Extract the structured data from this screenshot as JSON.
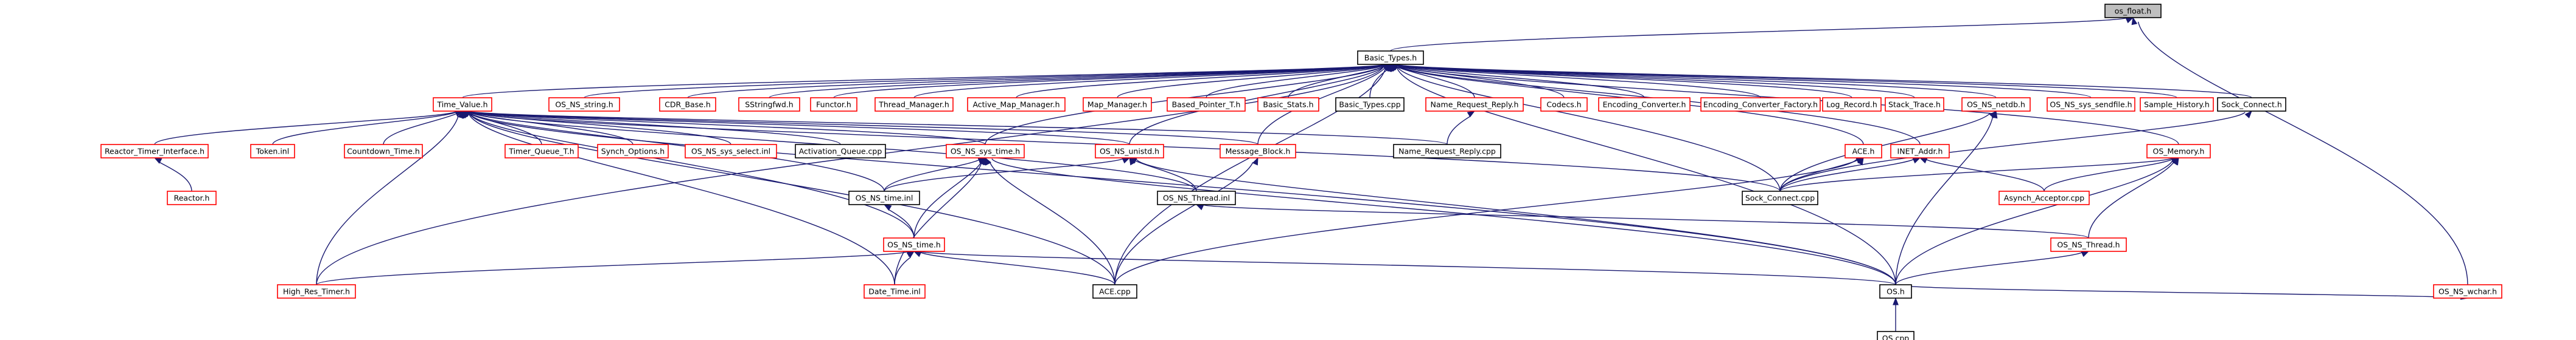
{
  "colors": {
    "edge": "#191970",
    "border_normal": "#000000",
    "border_red": "#ff0000",
    "highlight_fill": "#bfbfbf"
  },
  "nodes": [
    {
      "id": "os_float_h",
      "label": "os_float.h",
      "style": "highlight"
    },
    {
      "id": "basic_types_h",
      "label": "Basic_Types.h",
      "style": "black"
    },
    {
      "id": "time_value_h",
      "label": "Time_Value.h",
      "style": "red"
    },
    {
      "id": "os_ns_string_h",
      "label": "OS_NS_string.h",
      "style": "red"
    },
    {
      "id": "cdr_base_h",
      "label": "CDR_Base.h",
      "style": "red"
    },
    {
      "id": "sstringfwd_h",
      "label": "SStringfwd.h",
      "style": "red"
    },
    {
      "id": "functor_h",
      "label": "Functor.h",
      "style": "red"
    },
    {
      "id": "thread_manager_h",
      "label": "Thread_Manager.h",
      "style": "red"
    },
    {
      "id": "active_map_manager_h",
      "label": "Active_Map_Manager.h",
      "style": "red"
    },
    {
      "id": "map_manager_h",
      "label": "Map_Manager.h",
      "style": "red"
    },
    {
      "id": "based_pointer_t_h",
      "label": "Based_Pointer_T.h",
      "style": "red"
    },
    {
      "id": "basic_stats_h",
      "label": "Basic_Stats.h",
      "style": "red"
    },
    {
      "id": "basic_types_cpp",
      "label": "Basic_Types.cpp",
      "style": "black"
    },
    {
      "id": "name_request_reply_h",
      "label": "Name_Request_Reply.h",
      "style": "red"
    },
    {
      "id": "codecs_h",
      "label": "Codecs.h",
      "style": "red"
    },
    {
      "id": "encoding_converter_h",
      "label": "Encoding_Converter.h",
      "style": "red"
    },
    {
      "id": "encoding_converter_factory_h",
      "label": "Encoding_Converter_Factory.h",
      "style": "red"
    },
    {
      "id": "log_record_h",
      "label": "Log_Record.h",
      "style": "red"
    },
    {
      "id": "stack_trace_h",
      "label": "Stack_Trace.h",
      "style": "red"
    },
    {
      "id": "os_ns_netdb_h",
      "label": "OS_NS_netdb.h",
      "style": "red"
    },
    {
      "id": "os_ns_sys_sendfile_h",
      "label": "OS_NS_sys_sendfile.h",
      "style": "red"
    },
    {
      "id": "sample_history_h",
      "label": "Sample_History.h",
      "style": "red"
    },
    {
      "id": "sock_connect_h",
      "label": "Sock_Connect.h",
      "style": "black"
    },
    {
      "id": "reactor_timer_interface_h",
      "label": "Reactor_Timer_Interface.h",
      "style": "red"
    },
    {
      "id": "reactor_h",
      "label": "Reactor.h",
      "style": "red"
    },
    {
      "id": "token_inl",
      "label": "Token.inl",
      "style": "red"
    },
    {
      "id": "countdown_time_h",
      "label": "Countdown_Time.h",
      "style": "red"
    },
    {
      "id": "timer_queue_t_h",
      "label": "Timer_Queue_T.h",
      "style": "red"
    },
    {
      "id": "synch_options_h",
      "label": "Synch_Options.h",
      "style": "red"
    },
    {
      "id": "os_ns_sys_select_inl",
      "label": "OS_NS_sys_select.inl",
      "style": "red"
    },
    {
      "id": "activation_queue_cpp",
      "label": "Activation_Queue.cpp",
      "style": "black"
    },
    {
      "id": "os_ns_sys_time_h",
      "label": "OS_NS_sys_time.h",
      "style": "red"
    },
    {
      "id": "os_ns_unistd_h",
      "label": "OS_NS_unistd.h",
      "style": "red"
    },
    {
      "id": "message_block_h",
      "label": "Message_Block.h",
      "style": "red"
    },
    {
      "id": "name_request_reply_cpp",
      "label": "Name_Request_Reply.cpp",
      "style": "black"
    },
    {
      "id": "ace_h",
      "label": "ACE.h",
      "style": "red"
    },
    {
      "id": "inet_addr_h",
      "label": "INET_Addr.h",
      "style": "red"
    },
    {
      "id": "os_memory_h",
      "label": "OS_Memory.h",
      "style": "red"
    },
    {
      "id": "os_ns_time_inl",
      "label": "OS_NS_time.inl",
      "style": "black"
    },
    {
      "id": "os_ns_thread_inl",
      "label": "OS_NS_Thread.inl",
      "style": "black"
    },
    {
      "id": "sock_connect_cpp",
      "label": "Sock_Connect.cpp",
      "style": "black"
    },
    {
      "id": "asynch_acceptor_cpp",
      "label": "Asynch_Acceptor.cpp",
      "style": "red"
    },
    {
      "id": "os_ns_time_h",
      "label": "OS_NS_time.h",
      "style": "red"
    },
    {
      "id": "os_ns_thread_h",
      "label": "OS_NS_Thread.h",
      "style": "red"
    },
    {
      "id": "os_ns_wchar_h",
      "label": "OS_NS_wchar.h",
      "style": "red"
    },
    {
      "id": "high_res_timer_h",
      "label": "High_Res_Timer.h",
      "style": "red"
    },
    {
      "id": "date_time_inl",
      "label": "Date_Time.inl",
      "style": "red"
    },
    {
      "id": "ace_cpp",
      "label": "ACE.cpp",
      "style": "black"
    },
    {
      "id": "os_h",
      "label": "OS.h",
      "style": "black"
    },
    {
      "id": "os_cpp",
      "label": "OS.cpp",
      "style": "black"
    }
  ],
  "edges": [
    [
      "basic_types_h",
      "os_float_h"
    ],
    [
      "os_ns_wchar_h",
      "os_float_h"
    ],
    [
      "time_value_h",
      "basic_types_h"
    ],
    [
      "os_ns_string_h",
      "basic_types_h"
    ],
    [
      "cdr_base_h",
      "basic_types_h"
    ],
    [
      "sstringfwd_h",
      "basic_types_h"
    ],
    [
      "functor_h",
      "basic_types_h"
    ],
    [
      "thread_manager_h",
      "basic_types_h"
    ],
    [
      "active_map_manager_h",
      "basic_types_h"
    ],
    [
      "map_manager_h",
      "basic_types_h"
    ],
    [
      "based_pointer_t_h",
      "basic_types_h"
    ],
    [
      "basic_stats_h",
      "basic_types_h"
    ],
    [
      "basic_types_cpp",
      "basic_types_h"
    ],
    [
      "name_request_reply_h",
      "basic_types_h"
    ],
    [
      "codecs_h",
      "basic_types_h"
    ],
    [
      "encoding_converter_h",
      "basic_types_h"
    ],
    [
      "encoding_converter_factory_h",
      "basic_types_h"
    ],
    [
      "log_record_h",
      "basic_types_h"
    ],
    [
      "stack_trace_h",
      "basic_types_h"
    ],
    [
      "os_ns_netdb_h",
      "basic_types_h"
    ],
    [
      "os_ns_sys_sendfile_h",
      "basic_types_h"
    ],
    [
      "sample_history_h",
      "basic_types_h"
    ],
    [
      "sock_connect_h",
      "basic_types_h"
    ],
    [
      "os_ns_sys_time_h",
      "basic_types_h"
    ],
    [
      "os_ns_unistd_h",
      "basic_types_h"
    ],
    [
      "message_block_h",
      "basic_types_h"
    ],
    [
      "ace_h",
      "basic_types_h"
    ],
    [
      "inet_addr_h",
      "basic_types_h"
    ],
    [
      "os_memory_h",
      "basic_types_h"
    ],
    [
      "sock_connect_cpp",
      "basic_types_h"
    ],
    [
      "high_res_timer_h",
      "basic_types_h"
    ],
    [
      "ace_cpp",
      "basic_types_h"
    ],
    [
      "os_h",
      "basic_types_h"
    ],
    [
      "reactor_timer_interface_h",
      "time_value_h"
    ],
    [
      "token_inl",
      "time_value_h"
    ],
    [
      "countdown_time_h",
      "time_value_h"
    ],
    [
      "timer_queue_t_h",
      "time_value_h"
    ],
    [
      "synch_options_h",
      "time_value_h"
    ],
    [
      "os_ns_sys_select_inl",
      "time_value_h"
    ],
    [
      "activation_queue_cpp",
      "time_value_h"
    ],
    [
      "os_ns_sys_time_h",
      "time_value_h"
    ],
    [
      "os_ns_unistd_h",
      "time_value_h"
    ],
    [
      "message_block_h",
      "time_value_h"
    ],
    [
      "name_request_reply_cpp",
      "time_value_h"
    ],
    [
      "os_ns_time_inl",
      "time_value_h"
    ],
    [
      "os_ns_thread_inl",
      "time_value_h"
    ],
    [
      "sock_connect_cpp",
      "time_value_h"
    ],
    [
      "os_ns_time_h",
      "time_value_h"
    ],
    [
      "high_res_timer_h",
      "time_value_h"
    ],
    [
      "ace_cpp",
      "time_value_h"
    ],
    [
      "os_h",
      "time_value_h"
    ],
    [
      "date_time_inl",
      "time_value_h"
    ],
    [
      "reactor_h",
      "reactor_timer_interface_h"
    ],
    [
      "name_request_reply_cpp",
      "name_request_reply_h"
    ],
    [
      "sock_connect_cpp",
      "os_ns_netdb_h"
    ],
    [
      "os_h",
      "os_ns_netdb_h"
    ],
    [
      "sock_connect_cpp",
      "sock_connect_h"
    ],
    [
      "os_ns_time_inl",
      "os_ns_sys_time_h"
    ],
    [
      "os_ns_time_h",
      "os_ns_sys_time_h"
    ],
    [
      "ace_cpp",
      "os_ns_sys_time_h"
    ],
    [
      "os_h",
      "os_ns_sys_time_h"
    ],
    [
      "date_time_inl",
      "os_ns_sys_time_h"
    ],
    [
      "os_ns_time_inl",
      "os_ns_unistd_h"
    ],
    [
      "os_ns_thread_inl",
      "os_ns_unistd_h"
    ],
    [
      "os_h",
      "os_ns_unistd_h"
    ],
    [
      "ace_cpp",
      "message_block_h"
    ],
    [
      "sock_connect_cpp",
      "ace_h"
    ],
    [
      "ace_cpp",
      "ace_h"
    ],
    [
      "sock_connect_cpp",
      "inet_addr_h"
    ],
    [
      "asynch_acceptor_cpp",
      "inet_addr_h"
    ],
    [
      "sock_connect_cpp",
      "os_memory_h"
    ],
    [
      "asynch_acceptor_cpp",
      "os_memory_h"
    ],
    [
      "os_ns_thread_h",
      "os_memory_h"
    ],
    [
      "os_h",
      "os_memory_h"
    ],
    [
      "os_ns_time_h",
      "os_ns_time_inl"
    ],
    [
      "os_ns_thread_h",
      "os_ns_thread_inl"
    ],
    [
      "high_res_timer_h",
      "os_ns_time_h"
    ],
    [
      "date_time_inl",
      "os_ns_time_h"
    ],
    [
      "ace_cpp",
      "os_ns_time_h"
    ],
    [
      "os_h",
      "os_ns_time_h"
    ],
    [
      "os_h",
      "os_ns_thread_h"
    ],
    [
      "os_h",
      "os_ns_wchar_h"
    ],
    [
      "os_cpp",
      "os_h"
    ]
  ]
}
